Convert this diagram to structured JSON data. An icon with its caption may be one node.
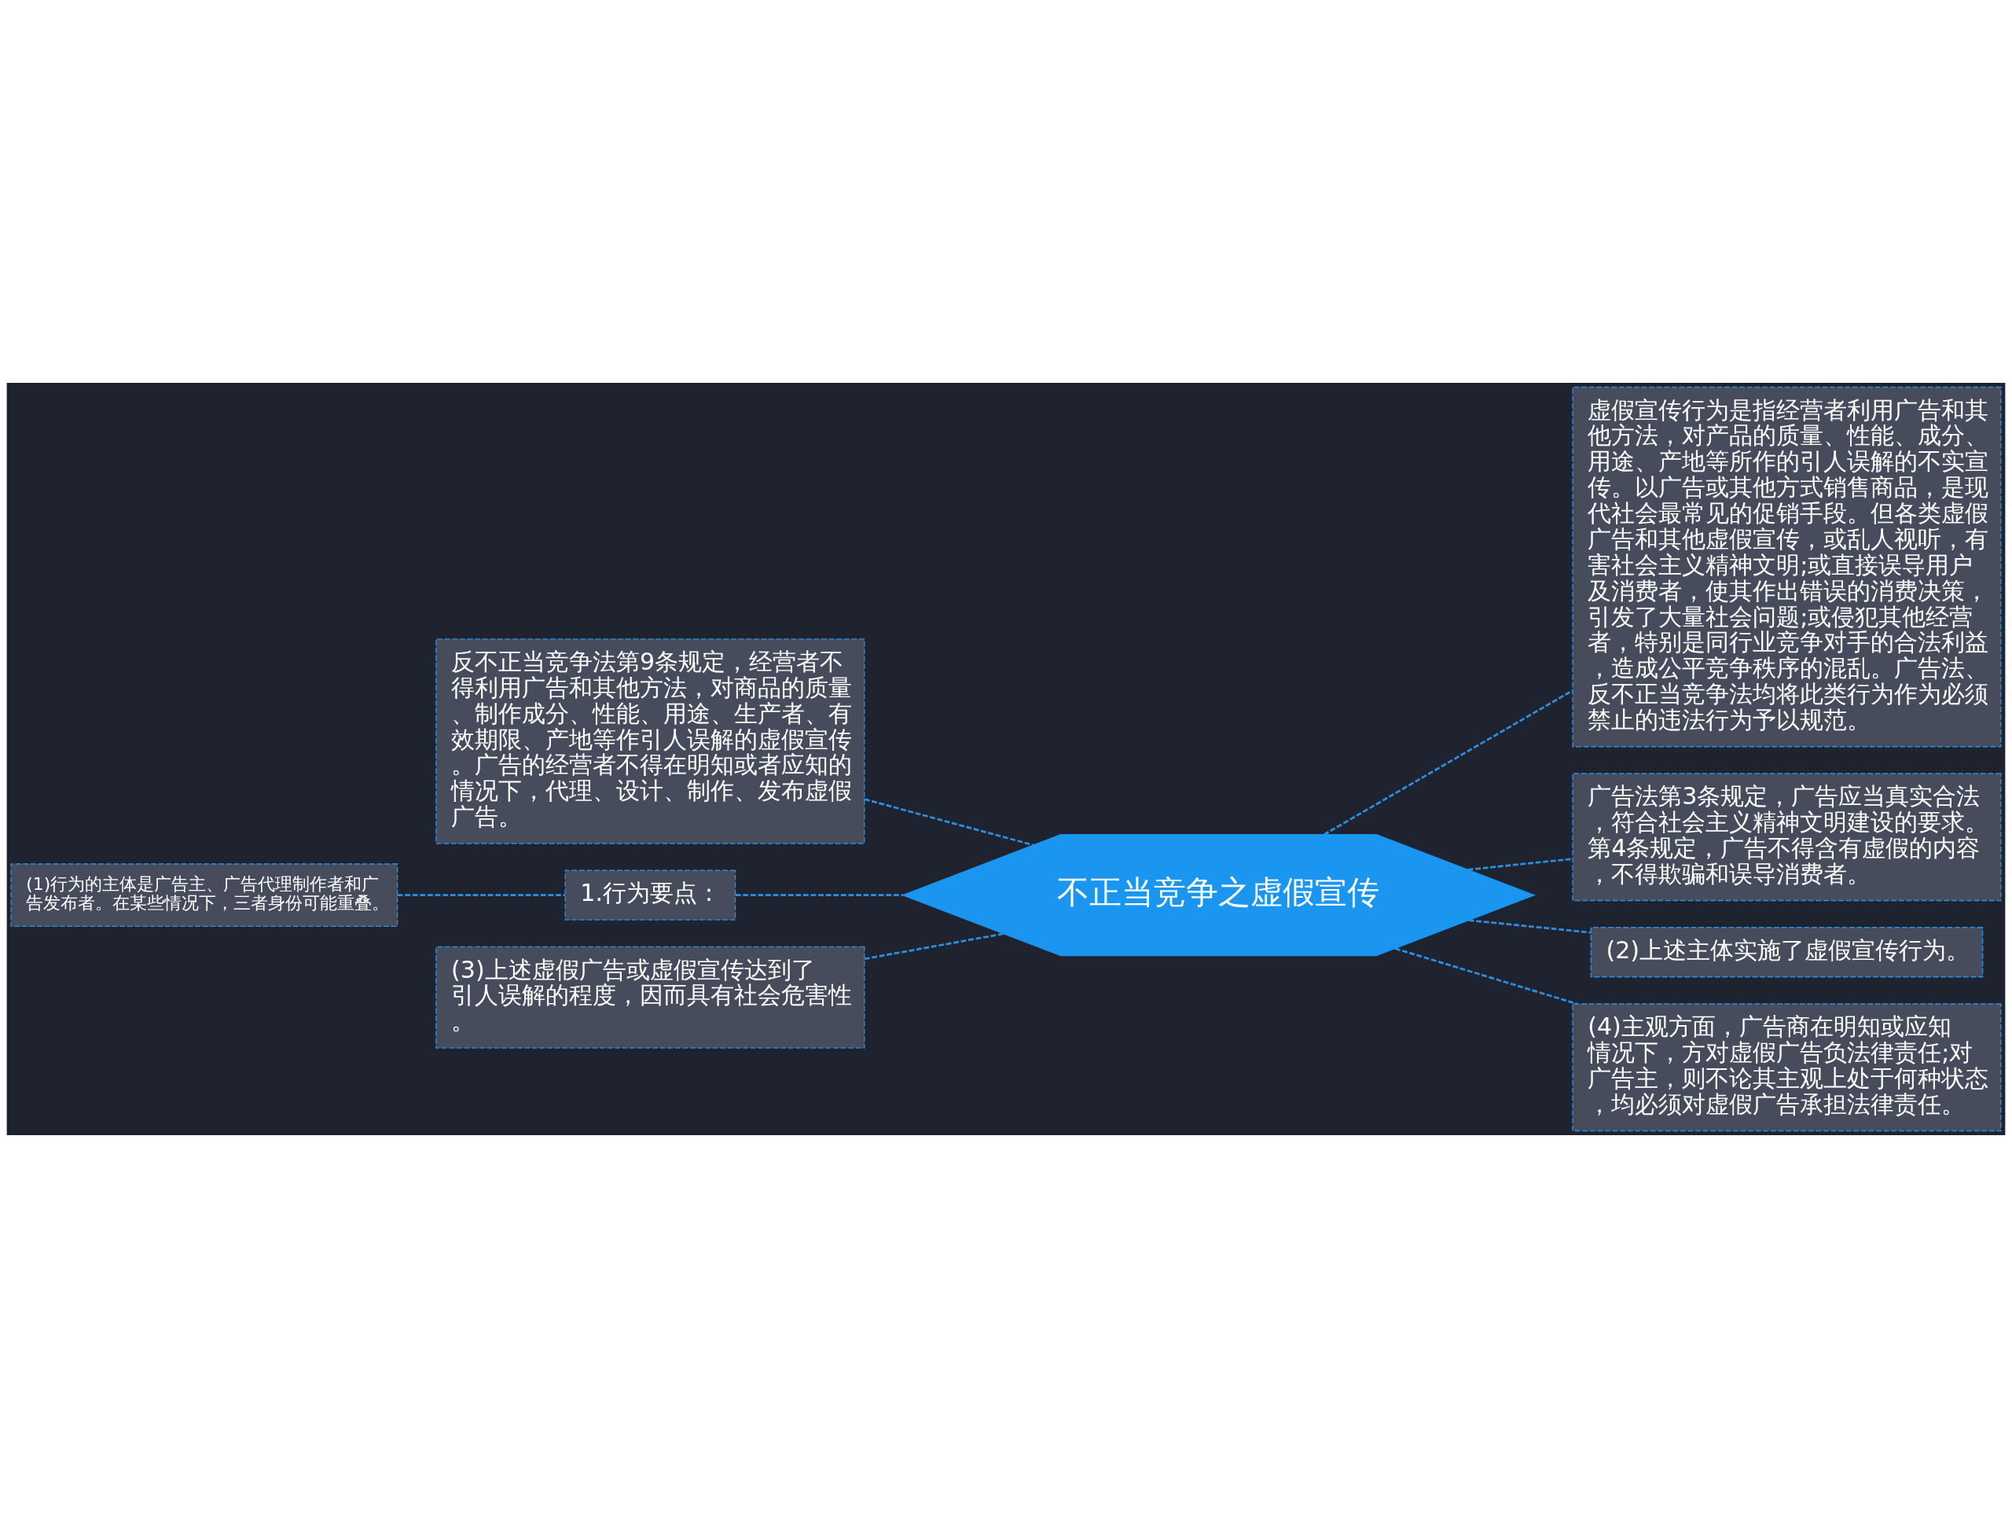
{
  "diagram": {
    "nodes": [
      {
        "text": [
          "不正当竞争之虚假宣传"
        ]
      },
      {
        "text": [
          "反不正当竞争法第9条规定，经营者不得利用广告和其他方法，对商品的质量、制作成分、性能、用途、生产者、有效期限、产地等作引人误解的虚假宣传。广告的经营者不得在明知或者应知的情况下，代理、设计、制作、发布虚假广告。"
        ]
      },
      {
        "text": [
          "1.行为要点："
        ]
      },
      {
        "text": [
          "(1)行为的主体是广告主、广告代理制作者和广告发布者。在某些情况下，三者身份可能重叠。"
        ]
      },
      {
        "text": [
          "(3)上述虚假广告或虚假宣传达到了引人误解的程度，因而具有社会危害性。"
        ]
      },
      {
        "text": [
          "虚假宣传行为是指经营者利用广告和其他方法，对产品的质量、性能、成分、用途、产地等所作的引人误解的不实宣传。以广告或其他方式销售商品，是现代社会最常见的促销手段。但各类虚假广告和其他虚假宣传，或乱人视听，有害社会主义精神文明;或直接误导用户及消费者，使其作出错误的消费决策，引发了大量社会问题;或侵犯其他经营者，特别是同行业竞争对手的合法利益，造成公平竞争秩序的混乱。广告法、反不正当竞争法均将此类行为作为必须禁止的违法行为予以规范。"
        ]
      },
      {
        "text": [
          "广告法第3条规定，广告应当真实合法，符合社会主义精神文明建设的要求。第4条规定，广告不得含有虚假的内容，不得欺骗和误导消费者。"
        ]
      },
      {
        "text": [
          "(2)上述主体实施了虚假宣传行为。"
        ]
      },
      {
        "text": [
          "(4)主观方面，广告商在明知或应知情况下，方对虚假广告负法律责任;对广告主，则不论其主观上处于何种状态，均必须对虚假广告承担法律责任。"
        ]
      }
    ],
    "edges": [
      {
        "from": 0,
        "to": 1,
        "arrow": "none",
        "style": "dashed"
      },
      {
        "from": 0,
        "to": 2,
        "arrow": "none",
        "style": "dashed"
      },
      {
        "from": 2,
        "to": 3,
        "arrow": "none",
        "style": "dashed"
      },
      {
        "from": 0,
        "to": 4,
        "arrow": "none",
        "style": "dashed"
      },
      {
        "from": 0,
        "to": 5,
        "arrow": "none",
        "style": "dashed"
      },
      {
        "from": 0,
        "to": 6,
        "arrow": "none",
        "style": "dashed"
      },
      {
        "from": 0,
        "to": 7,
        "arrow": "none",
        "style": "dashed"
      },
      {
        "from": 0,
        "to": 8,
        "arrow": "none",
        "style": "dashed"
      }
    ]
  }
}
